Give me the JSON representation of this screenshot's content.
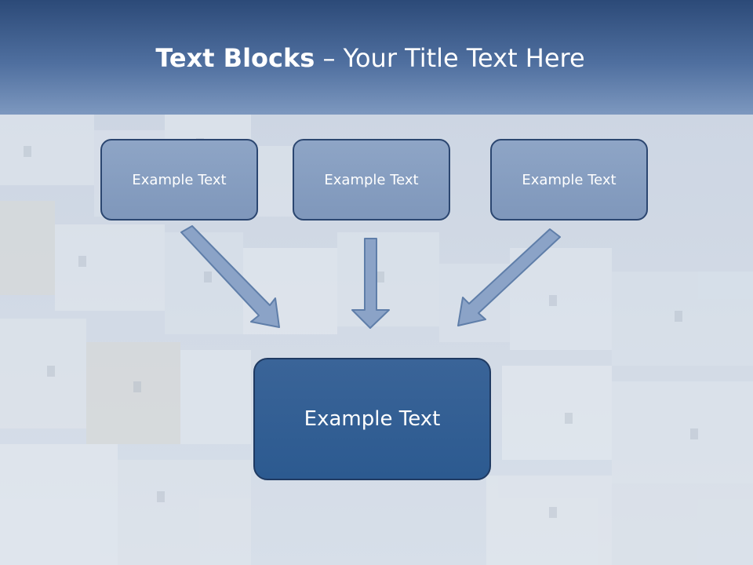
{
  "slide": {
    "title_bold": "Text Blocks",
    "title_rest": " – Your Title Text Here",
    "blocks": [
      {
        "label": "Example Text"
      },
      {
        "label": "Example Text"
      },
      {
        "label": "Example Text"
      }
    ],
    "main_block": {
      "label": "Example Text"
    }
  },
  "colors": {
    "header": "#3f5f8f",
    "small_block": "#8ea5c6",
    "main_block": "#2f5d93",
    "arrow_fill": "#8ba3c7",
    "arrow_stroke": "#5f7ea9"
  },
  "background": {
    "description_icon": "town-photo-background"
  }
}
